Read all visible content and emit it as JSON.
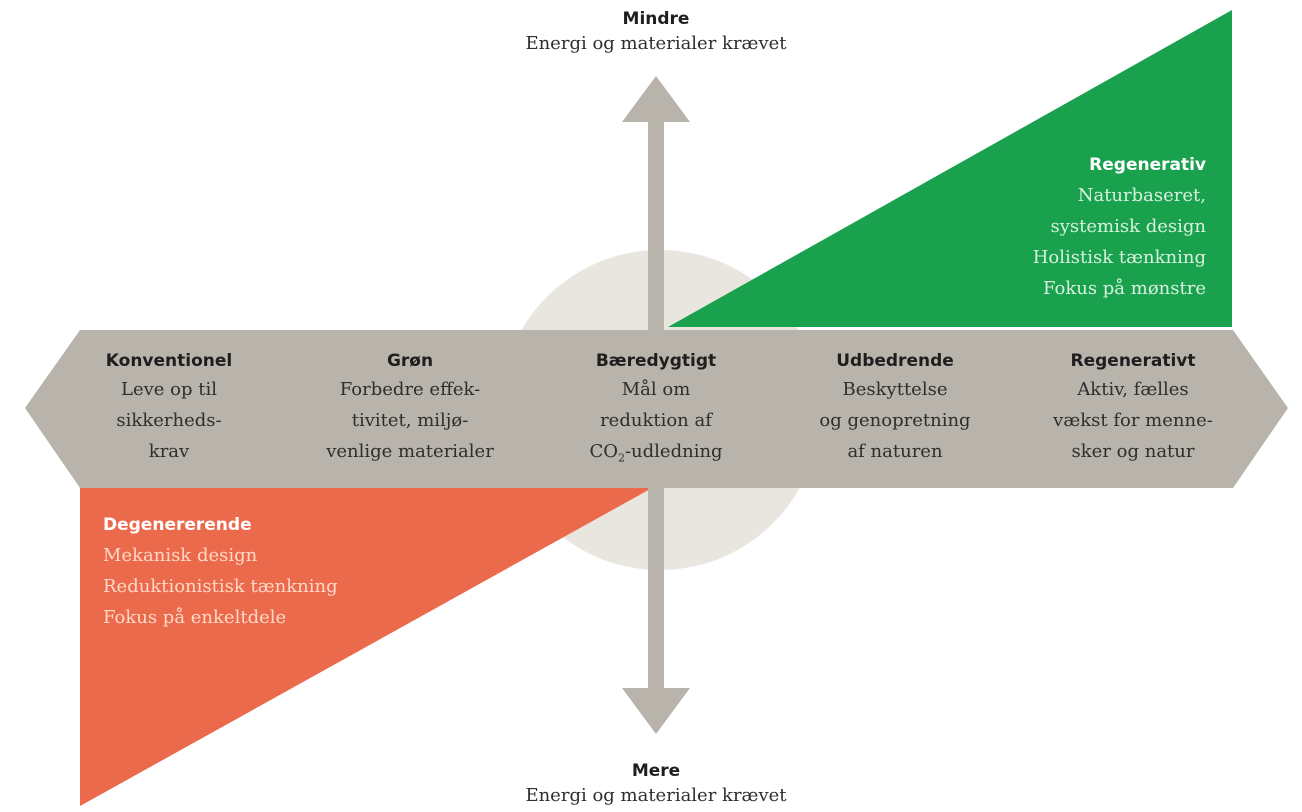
{
  "colors": {
    "band": "#b8b3ab",
    "arrow": "#b8b3ab",
    "regenerative": "#1aa14e",
    "degenerative": "#ec6a4c",
    "watermark": "#e9e5df"
  },
  "top_axis": {
    "title": "Mindre",
    "subtitle": "Energi og materialer krævet"
  },
  "bottom_axis": {
    "title": "Mere",
    "subtitle": "Energi og materialer krævet"
  },
  "regenerativ_triangle": {
    "title": "Regenerativ",
    "lines": [
      "Naturbaseret,",
      "systemisk design",
      "Holistisk tænkning",
      "Fokus på mønstre"
    ]
  },
  "degenererende_triangle": {
    "title": "Degenererende",
    "lines": [
      "Mekanisk design",
      "Reduktionistisk tænkning",
      "Fokus på enkeltdele"
    ]
  },
  "stages": [
    {
      "title": "Konventionel",
      "lines": [
        "Leve op til",
        "sikkerheds-",
        "krav"
      ]
    },
    {
      "title": "Grøn",
      "lines": [
        "Forbedre effek-",
        "tivitet, miljø-",
        "venlige materialer"
      ]
    },
    {
      "title": "Bæredygtigt",
      "lines": [
        "Mål om",
        "reduktion af",
        "CO",
        "2",
        "-udledning"
      ]
    },
    {
      "title": "Udbedrende",
      "lines": [
        "Beskyttelse",
        "og genopretning",
        "af naturen"
      ]
    },
    {
      "title": "Regenerativt",
      "lines": [
        "Aktiv, fælles",
        "vækst for menne-",
        "sker og natur"
      ]
    }
  ]
}
